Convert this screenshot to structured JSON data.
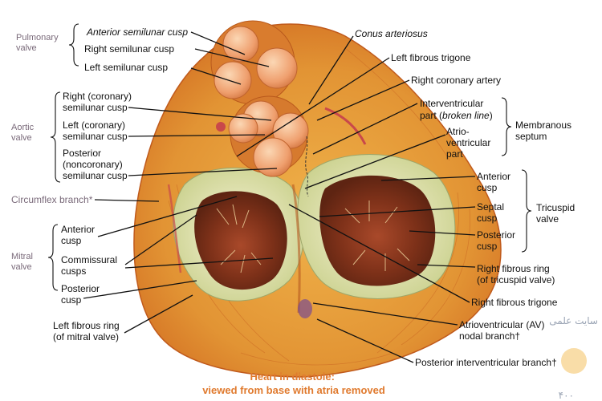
{
  "labels": {
    "anterior_semilunar_cusp": "Anterior semilunar cusp",
    "right_semilunar_cusp": "Right semilunar cusp",
    "left_semilunar_cusp": "Left semilunar cusp",
    "right_coronary_semilunar_cusp_1": "Right (coronary)",
    "right_coronary_semilunar_cusp_2": "semilunar cusp",
    "left_coronary_semilunar_cusp_1": "Left (coronary)",
    "left_coronary_semilunar_cusp_2": "semilunar cusp",
    "posterior_noncoronary_1": "Posterior",
    "posterior_noncoronary_2": "(noncoronary)",
    "posterior_noncoronary_3": "semilunar cusp",
    "circumflex_branch": "Circumflex branch*",
    "anterior_cusp_left_1": "Anterior",
    "anterior_cusp_left_2": "cusp",
    "commissural_cusps_1": "Commissural",
    "commissural_cusps_2": "cusps",
    "posterior_cusp_left_1": "Posterior",
    "posterior_cusp_left_2": "cusp",
    "left_fibrous_ring_1": "Left fibrous ring",
    "left_fibrous_ring_2": "(of mitral valve)",
    "conus_arteriosus": "Conus arteriosus",
    "left_fibrous_trigone": "Left fibrous trigone",
    "right_coronary_artery": "Right coronary artery",
    "interventricular_part_1": "Interventricular",
    "interventricular_part_2_a": "part (",
    "interventricular_part_2_b": "broken line",
    "interventricular_part_2_c": ")",
    "atrioventricular_part_1": "Atrio-",
    "atrioventricular_part_2": "ventricular",
    "atrioventricular_part_3": "part",
    "membranous_septum_1": "Membranous",
    "membranous_septum_2": "septum",
    "anterior_cusp_right_1": "Anterior",
    "anterior_cusp_right_2": "cusp",
    "septal_cusp_1": "Septal",
    "septal_cusp_2": "cusp",
    "posterior_cusp_right_1": "Posterior",
    "posterior_cusp_right_2": "cusp",
    "tricuspid_valve_1": "Tricuspid",
    "tricuspid_valve_2": "valve",
    "right_fibrous_ring_1": "Right fibrous ring",
    "right_fibrous_ring_2": "(of tricuspid valve)",
    "right_fibrous_trigone": "Right fibrous trigone",
    "av_nodal_branch_1": "Atrioventricular (AV)",
    "av_nodal_branch_2": "nodal branch†",
    "posterior_interventricular_branch": "Posterior interventricular branch†",
    "pulmonary_valve_1": "Pulmonary",
    "pulmonary_valve_2": "valve",
    "aortic_valve_1": "Aortic",
    "aortic_valve_2": "valve",
    "mitral_valve_1": "Mitral",
    "mitral_valve_2": "valve"
  },
  "caption": {
    "line1": "Heart in diastole:",
    "line2": "viewed from base with atria removed"
  },
  "watermark": {
    "line1": "سایت علمی",
    "page": "۴۰۰"
  },
  "colors": {
    "heart_outer": "#e9a53a",
    "heart_inner": "#d9762c",
    "valve_rim": "#f4ecc4",
    "valve_cavity": "#8a3b22",
    "cusp": "#f2b58a",
    "caption": "#e07a2e"
  }
}
